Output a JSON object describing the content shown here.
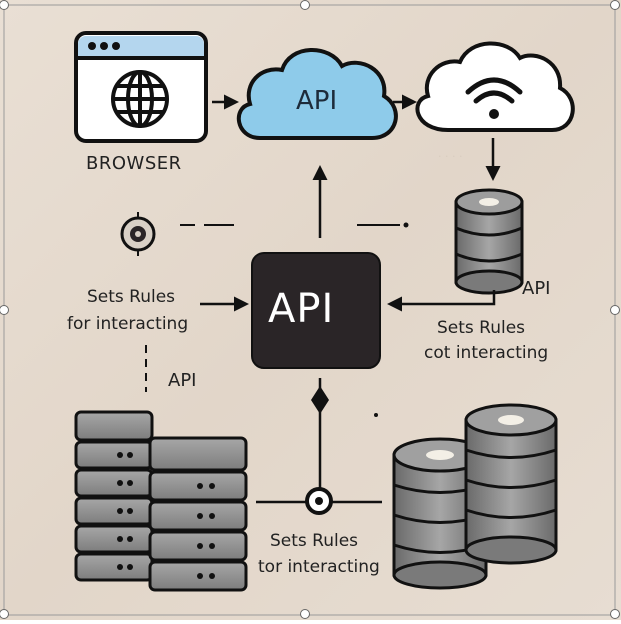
{
  "labels": {
    "browser": "BROWSER",
    "cloud_api": "API",
    "center_api": "API",
    "api_left": "API",
    "api_right": "API",
    "rules_left_line1": "Sets Rules",
    "rules_left_line2": "for interacting",
    "rules_right_line1": "Sets Rules",
    "rules_right_line2": "cot interacting",
    "rules_bottom_line1": "Sets Rules",
    "rules_bottom_line2": "tor interacting",
    "faint_caption": "· · · ·"
  },
  "colors": {
    "background": "#e6dcd1",
    "cloud_api_fill": "#8ecbea",
    "center_box": "#2a2527",
    "server_gray": "#8b8b8b",
    "outline": "#1a1a1a"
  },
  "icons": [
    "browser-window-icon",
    "globe-icon",
    "api-cloud-icon",
    "wifi-cloud-icon",
    "database-icon",
    "server-rack-icon",
    "node-circle-icon"
  ]
}
